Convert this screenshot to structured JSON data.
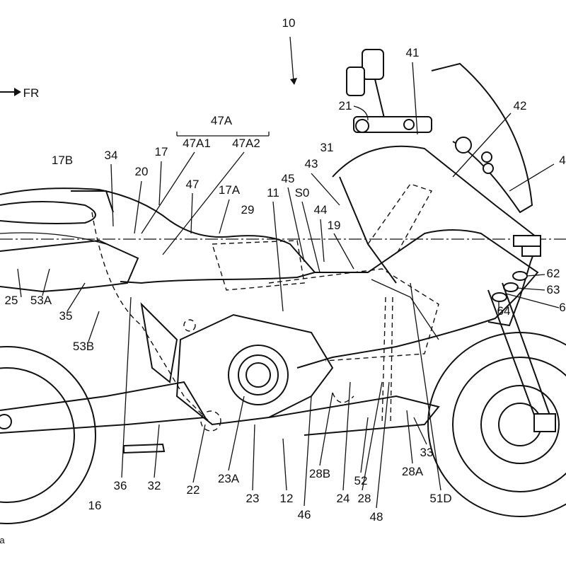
{
  "figure": {
    "direction_label": "FR",
    "labels": [
      "10",
      "FR",
      "41",
      "21",
      "42",
      "47A",
      "47A1",
      "47A2",
      "17B",
      "34",
      "17",
      "20",
      "47",
      "17A",
      "29",
      "11",
      "45",
      "S0",
      "43",
      "31",
      "44",
      "19",
      "4",
      "62",
      "63",
      "6",
      "64",
      "25",
      "53A",
      "35",
      "53B",
      "36",
      "32",
      "22",
      "23A",
      "23",
      "12",
      "46",
      "28B",
      "24",
      "52",
      "28",
      "48",
      "28A",
      "33",
      "51D",
      "16",
      "a"
    ]
  }
}
